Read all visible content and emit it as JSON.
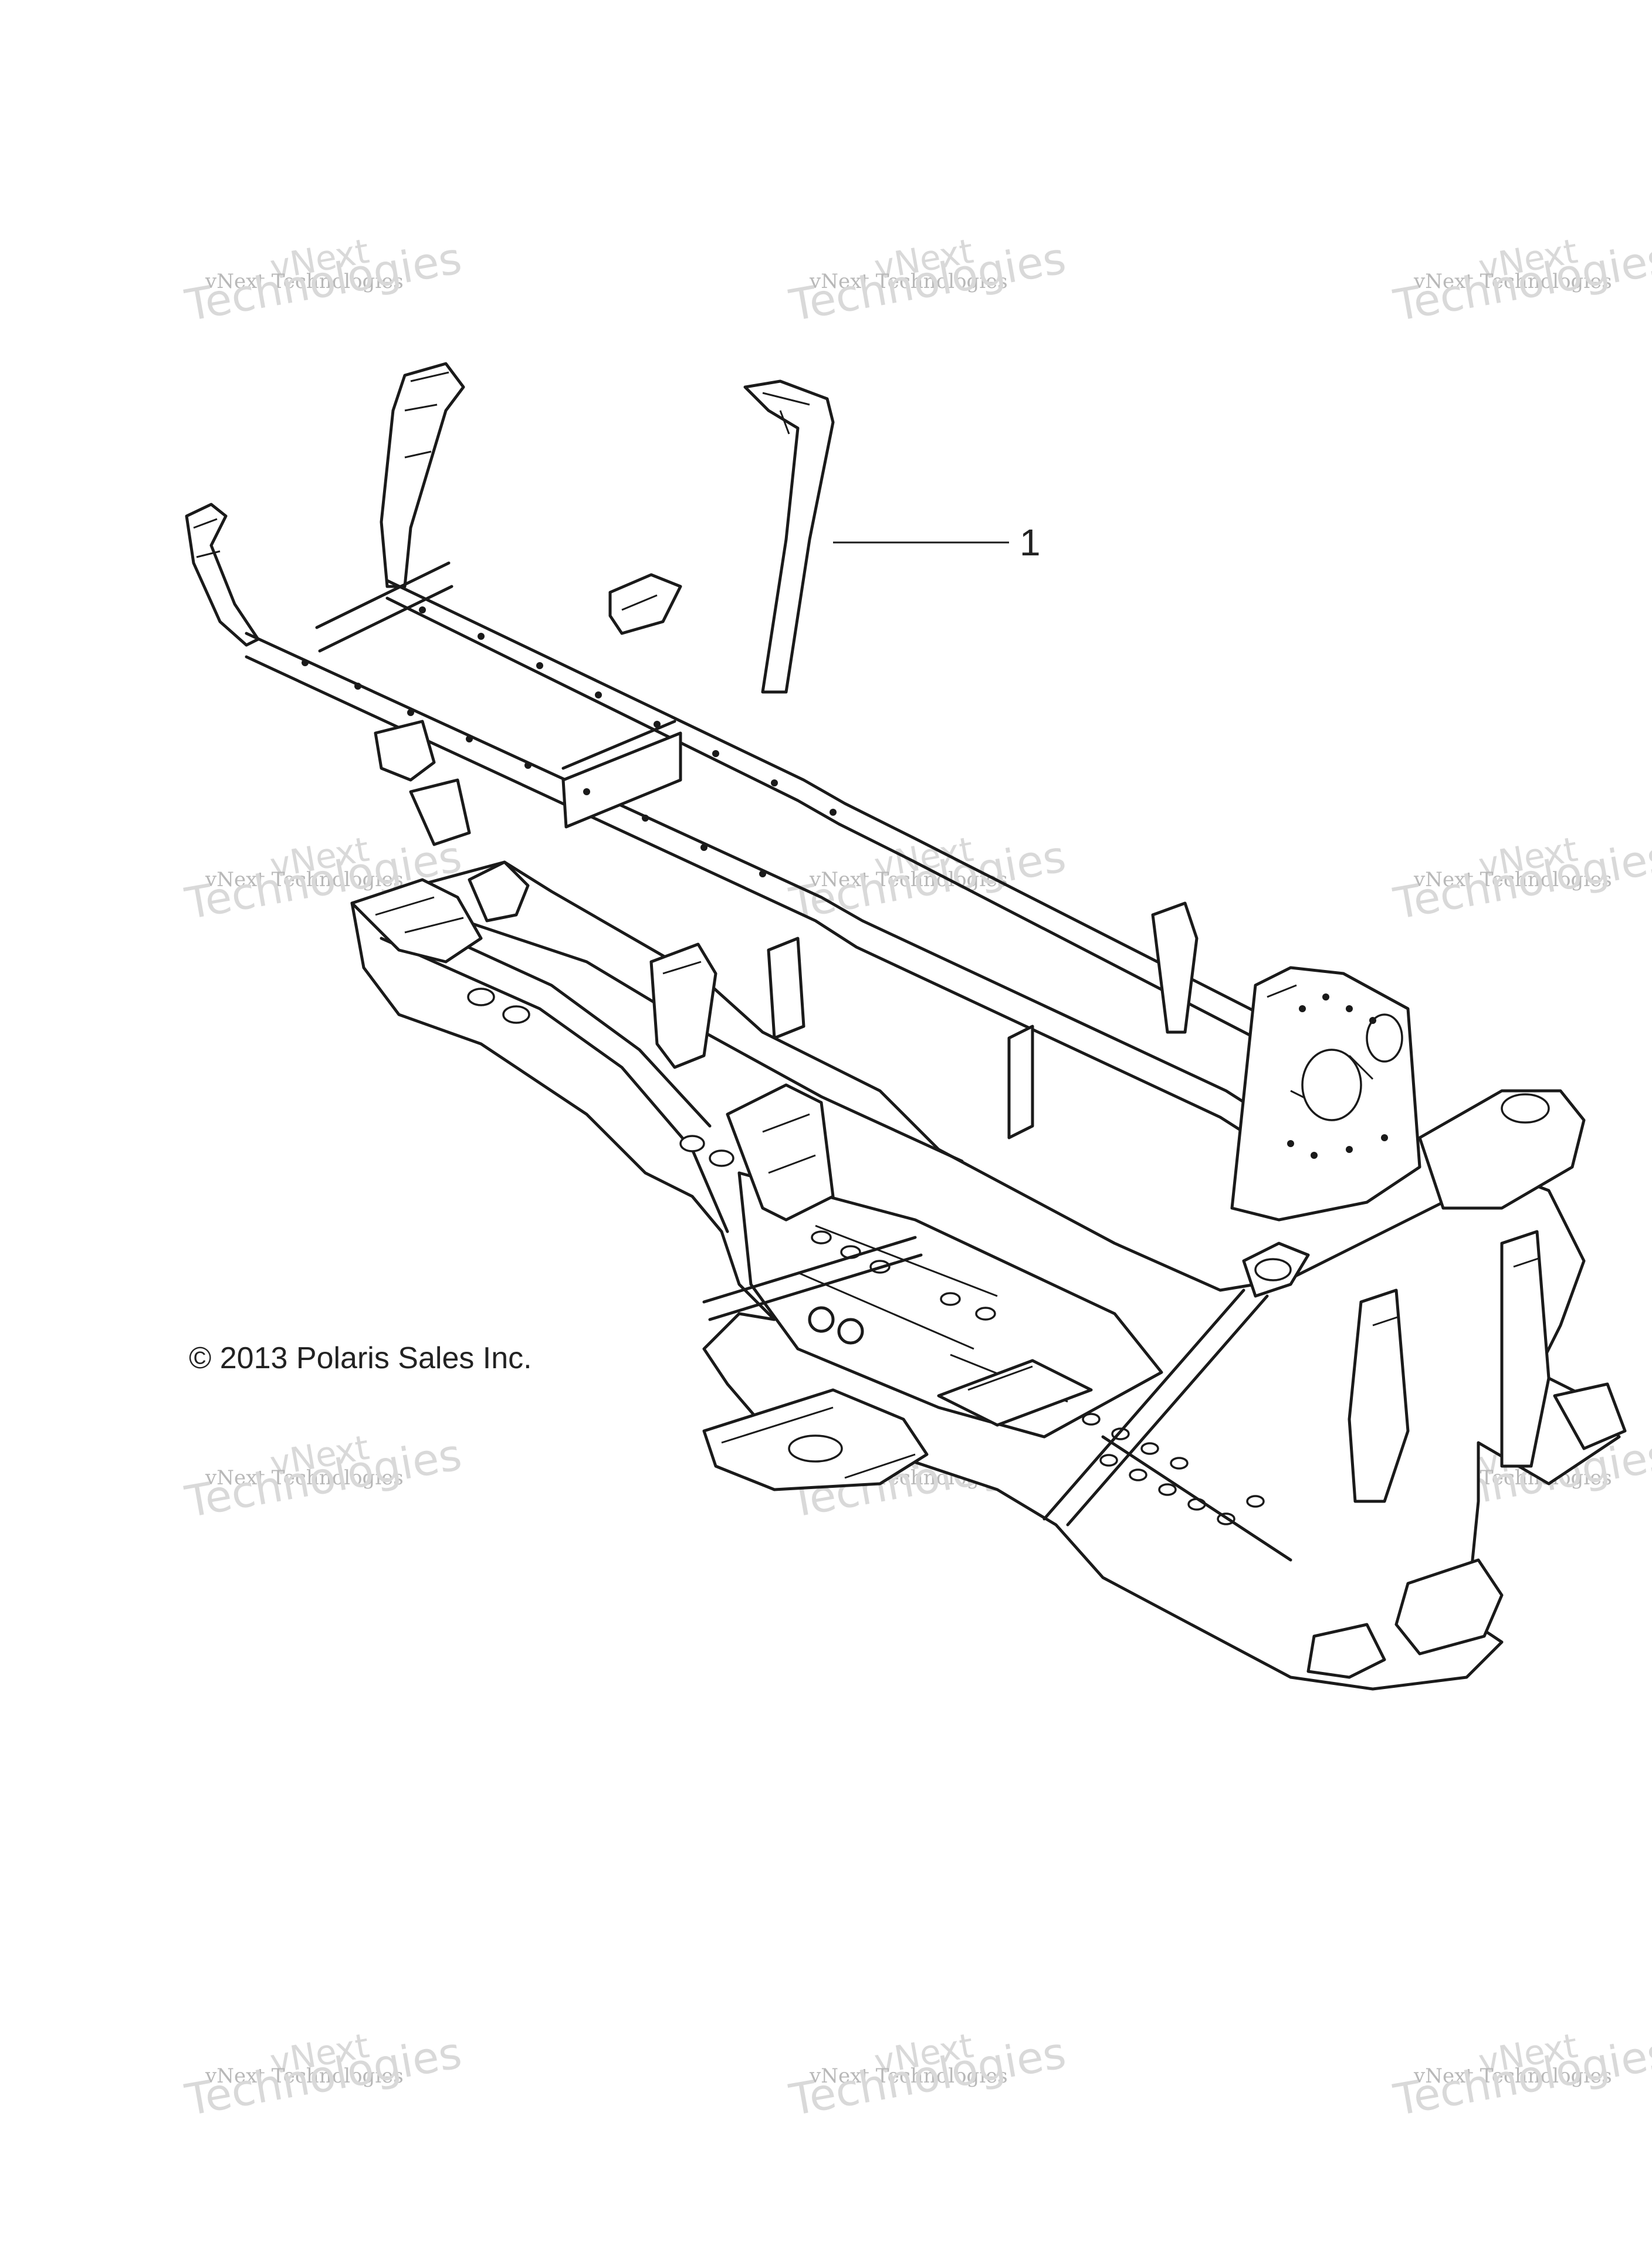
{
  "diagram": {
    "callouts": [
      {
        "label": "1"
      }
    ],
    "copyright": "© 2013 Polaris Sales Inc.",
    "watermark": {
      "line_small": "vNext Technologies",
      "line_top": "vNext",
      "line_big": "Technologies"
    }
  }
}
